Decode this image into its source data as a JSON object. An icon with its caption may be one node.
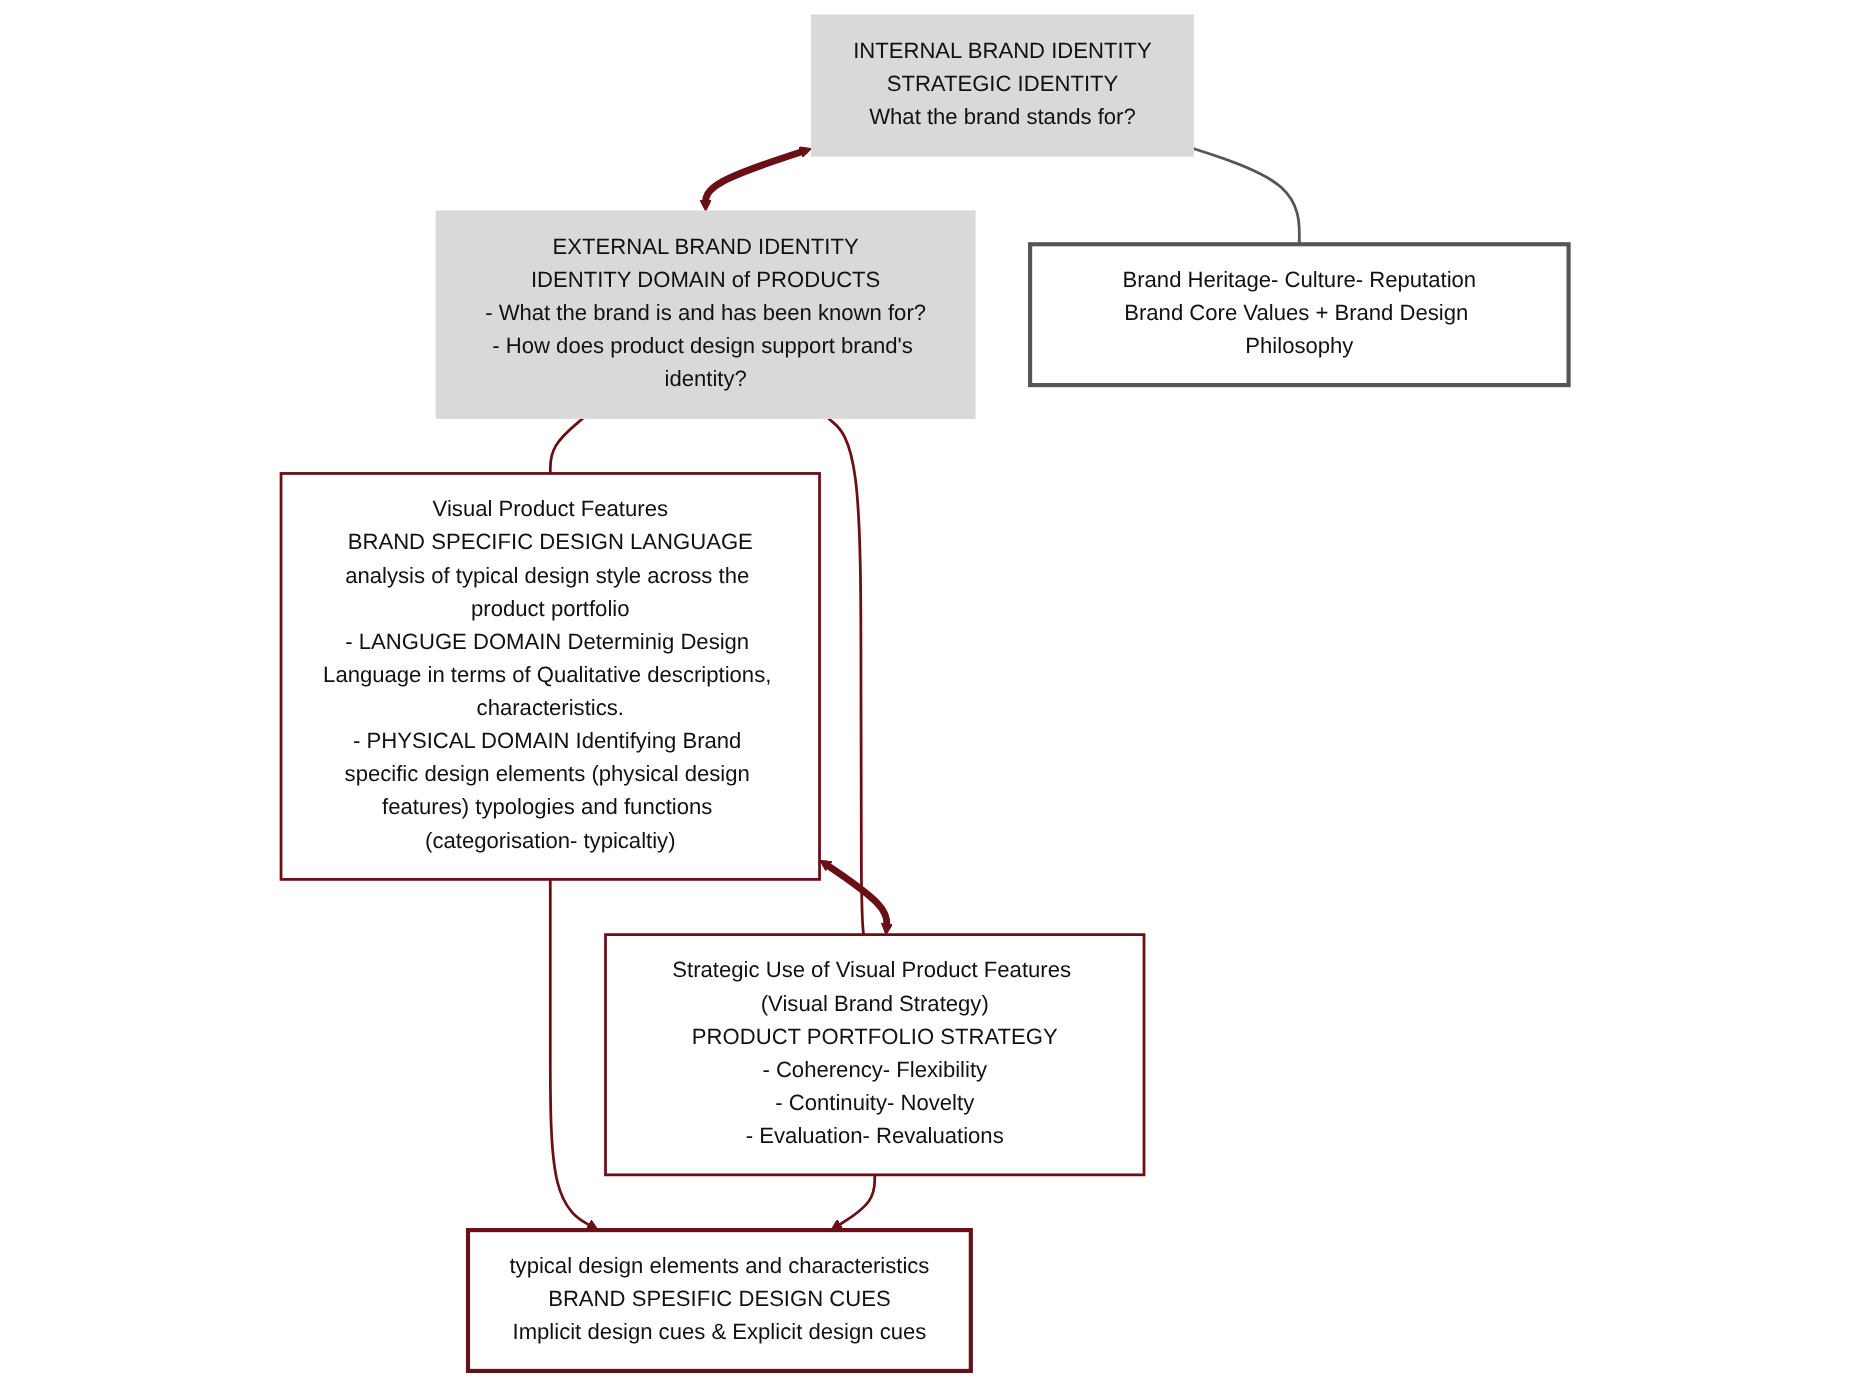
{
  "diagram": {
    "nodes": [
      {
        "text": [
          "INTERNAL BRAND IDENTITY",
          "STRATEGIC IDENTITY",
          "What the brand stands for?"
        ]
      },
      {
        "text": [
          "EXTERNAL BRAND IDENTITY",
          "IDENTITY DOMAIN of PRODUCTS",
          "- What the brand is and has been known for?",
          "- How does product design support brand's identity?"
        ]
      },
      {
        "text": [
          "Brand Heritage- Culture- Reputation",
          "Brand Core Values + Brand Design Philosophy"
        ]
      },
      {
        "text": [
          "Visual Product Features",
          "BRAND SPECIFIC DESIGN LANGUAGE",
          "analysis of typical design style across the product portfolio",
          "- LANGUGE DOMAIN Determinig Design Language in terms of Qualitative descriptions, characteristics.",
          "- PHYSICAL DOMAIN Identifying Brand specific design elements (physical design features) typologies and functions (categorisation- typicaltiy)"
        ]
      },
      {
        "text": [
          "Strategic Use of Visual Product Features (Visual Brand Strategy)",
          "PRODUCT PORTFOLIO STRATEGY",
          "- Coherency- Flexibility",
          "- Continuity- Novelty",
          "- Evaluation- Revaluations"
        ]
      },
      {
        "text": [
          "typical design elements and characteristics",
          "BRAND SPESIFIC DESIGN CUES",
          "Implicit design cues & Explicit design cues"
        ]
      }
    ],
    "edges": [
      {
        "from": 0,
        "to": 2,
        "arrow": "none",
        "color": "#555555"
      },
      {
        "from": 0,
        "to": 1,
        "arrow": "both",
        "style": "thick"
      },
      {
        "from": 1,
        "to": 3,
        "arrow": "none"
      },
      {
        "from": 1,
        "to": 4,
        "arrow": "none"
      },
      {
        "from": 3,
        "to": 4,
        "arrow": "both",
        "style": "thick"
      },
      {
        "from": 3,
        "to": 5,
        "arrow": "to"
      },
      {
        "from": 4,
        "to": 5,
        "arrow": "to"
      }
    ]
  }
}
